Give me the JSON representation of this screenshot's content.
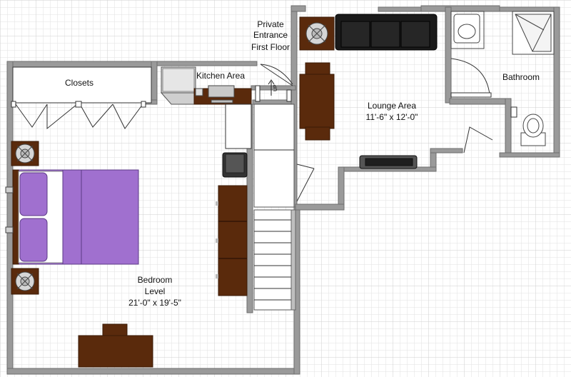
{
  "labels": {
    "private_entrance": [
      "Private",
      "Entrance",
      "First Floor"
    ],
    "closets": "Closets",
    "kitchen": "Kitchen Area",
    "lounge": [
      "Lounge Area",
      "11'-6\" x 12'-0\""
    ],
    "bathroom": "Bathroom",
    "bedroom": [
      "Bedroom",
      "Level",
      "21'-0\" x 19'-5\""
    ],
    "stairs_up": "UP"
  },
  "colors": {
    "grid": "#dcdcdc",
    "wall": "#9a9a9a",
    "wood": "#5a2a0c",
    "purple": "#a070cf",
    "sofa": "#1a1a1a"
  }
}
